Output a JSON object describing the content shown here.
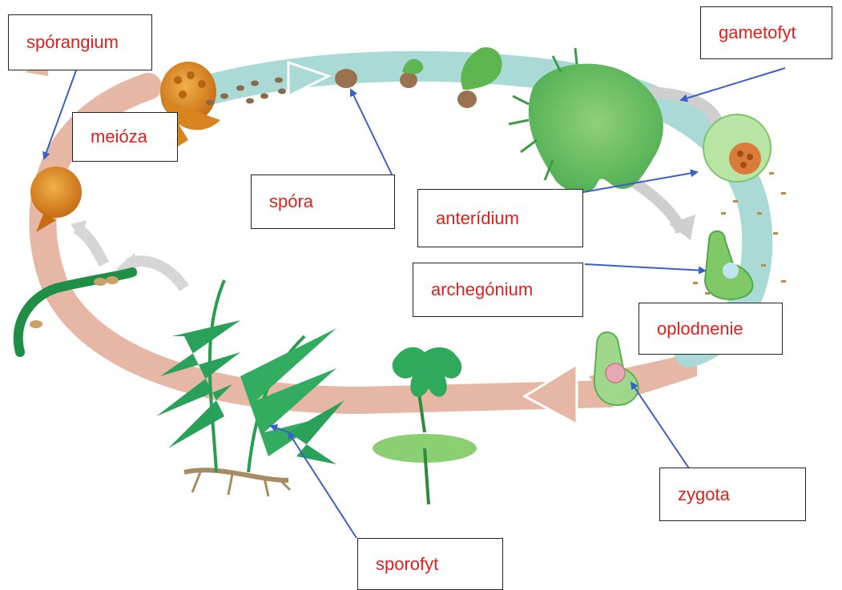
{
  "labels": {
    "sporangium": "spórangium",
    "meioza": "meióza",
    "spora": "spóra",
    "gametofyt": "gametofyt",
    "anteridium": "anterídium",
    "archegonium": "archegónium",
    "oplodnenie": "oplodnenie",
    "zygota": "zygota",
    "sporofyt": "sporofyt"
  },
  "colors": {
    "label_text": "#e0201c",
    "pointer_arrow": "#3b5fc8",
    "haploid_band": "#a9dad6",
    "diploid_band": "#e6b7a4",
    "plant_green": "#2aa15a",
    "sporangium_orange": "#d9851f"
  }
}
